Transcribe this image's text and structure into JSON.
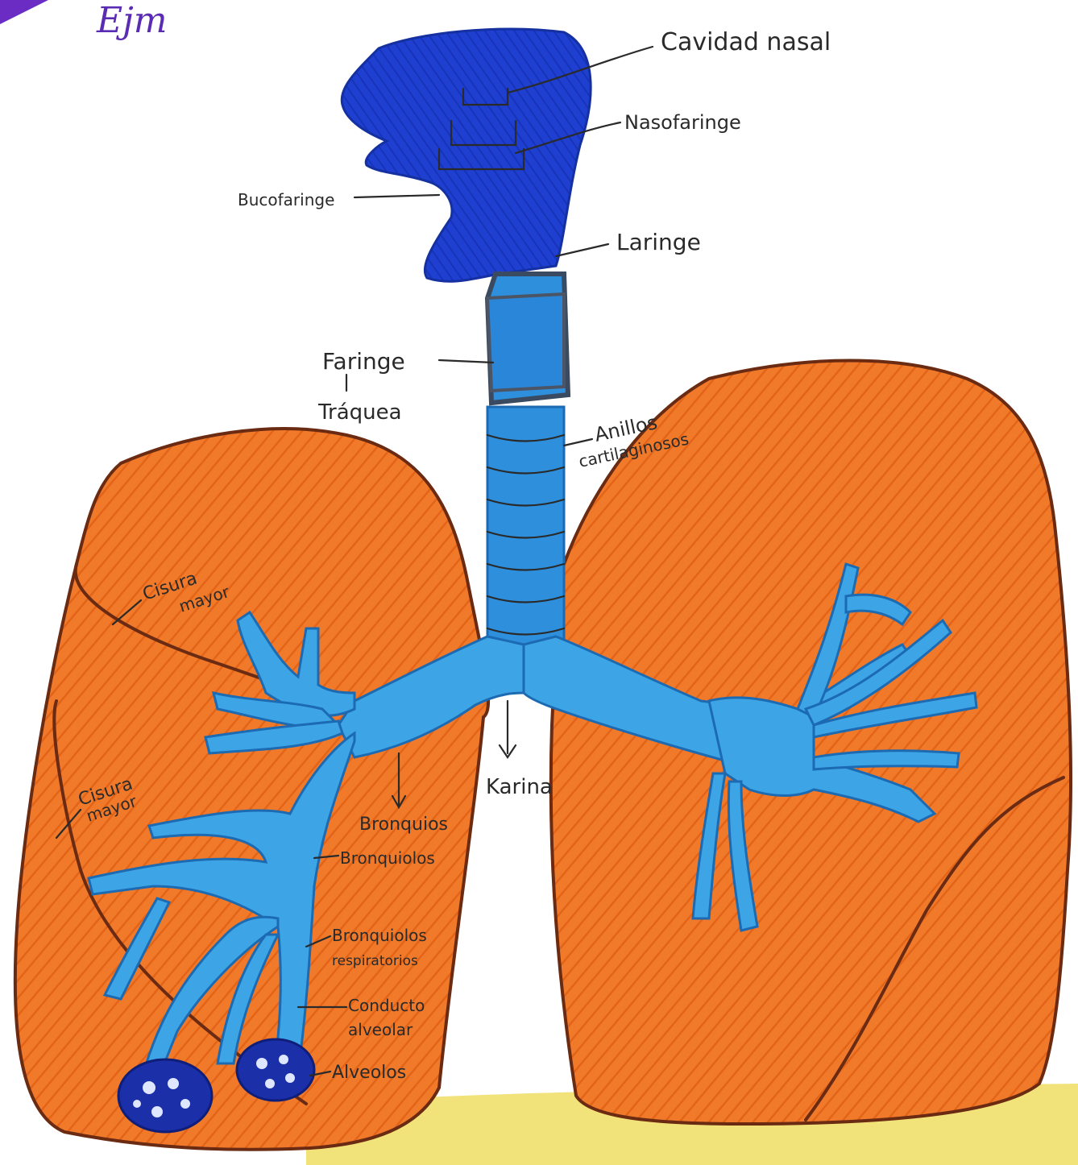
{
  "corner_scribble": "Ejm",
  "labels": {
    "cavidad_nasal": "Cavidad nasal",
    "nasofaringe": "Nasofaringe",
    "bucofaringe": "Bucofaringe",
    "laringe": "Laringe",
    "faringe": "Faringe",
    "traquea": "Tráquea",
    "anillos": "Anillos",
    "cartilaginosos": "cartilaginosos",
    "cisura_mayor_upper_1": "Cisura",
    "cisura_mayor_upper_2": "mayor",
    "cisura_mayor_lower_1": "Cisura",
    "cisura_mayor_lower_2": "mayor",
    "carina": "Karina",
    "bronquios": "Bronquios",
    "bronquiolos": "Bronquiolos",
    "bronquiolos_resp_1": "Bronquiolos",
    "bronquiolos_resp_2": "respiratorios",
    "conducto_alveolar_1": "Conducto",
    "conducto_alveolar_2": "alveolar",
    "alveolos": "Alveolos"
  },
  "colors": {
    "lung_orange": "#f07a2a",
    "lung_outline": "#6b2a12",
    "upper_airway_blue": "#1e3fd0",
    "trachea_blue": "#2e8fdd",
    "bronchi_blue": "#3da5e6",
    "alveoli_navy": "#1a2fa8",
    "ground_yellow": "#f2e27a",
    "label_ink": "#2a2a2a"
  }
}
